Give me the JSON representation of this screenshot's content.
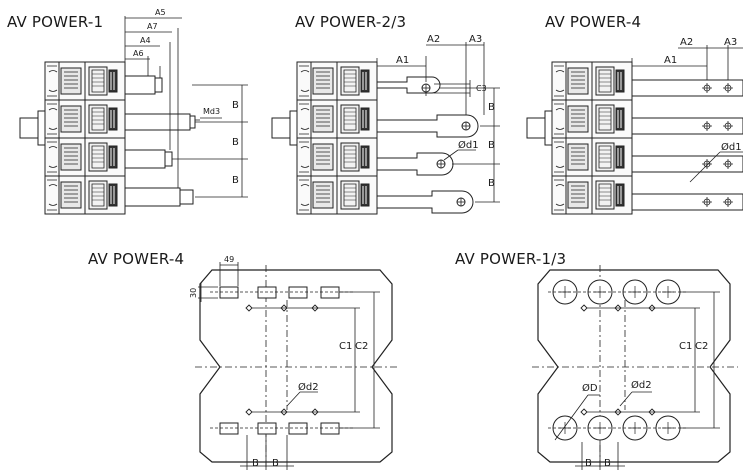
{
  "titles": {
    "top_left": "AV POWER-1",
    "top_center": "AV POWER-2/3",
    "top_right": "AV POWER-4",
    "bottom_left": "AV POWER-4",
    "bottom_right": "AV POWER-1/3"
  },
  "dims": {
    "a1": "A1",
    "a2": "A2",
    "a3": "A3",
    "a4": "A4",
    "a5": "A5",
    "a6": "A6",
    "a7": "A7",
    "b": "B",
    "c1": "C1",
    "c2": "C2",
    "c3": "C3",
    "md3": "Md3",
    "d1": "Ød1",
    "d2": "Ød2",
    "dD": "ØD",
    "v49": "49",
    "v30": "30"
  }
}
